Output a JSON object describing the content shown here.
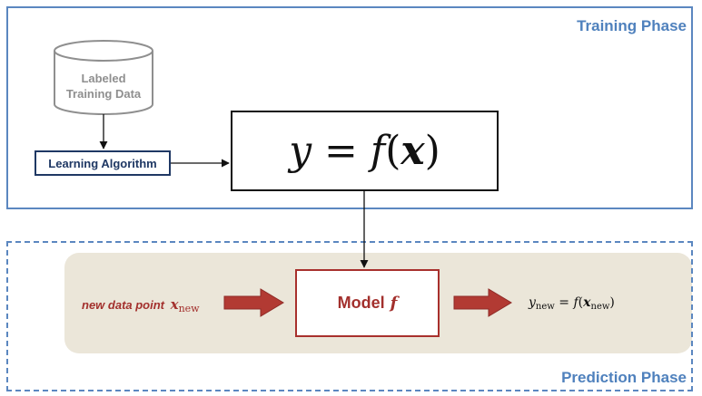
{
  "training_phase": {
    "label": "Training Phase"
  },
  "prediction_phase": {
    "label": "Prediction Phase"
  },
  "database": {
    "line1": "Labeled",
    "line2": "Training Data"
  },
  "learning_algorithm": {
    "label": "Learning Algorithm"
  },
  "formula": {
    "y": "y",
    "equals": " = ",
    "f": "f",
    "open": "(",
    "x": "x",
    "close": ")"
  },
  "model": {
    "label": "Model",
    "symbol": "f"
  },
  "input": {
    "label": "new data point",
    "symbol": "x",
    "subscript": "new"
  },
  "output": {
    "y": "y",
    "y_sub": "new",
    "equals": " = ",
    "f": "f",
    "open": "(",
    "x": "x",
    "x_sub": "new",
    "close": ")"
  },
  "colors": {
    "frame": "#5b87c0",
    "phase_text": "#4f81bd",
    "algo_border": "#1f3864",
    "accent_red": "#a3302d",
    "arrow_red": "#b23a33",
    "band": "#ebe6d9",
    "database": "#8f8f8f"
  }
}
